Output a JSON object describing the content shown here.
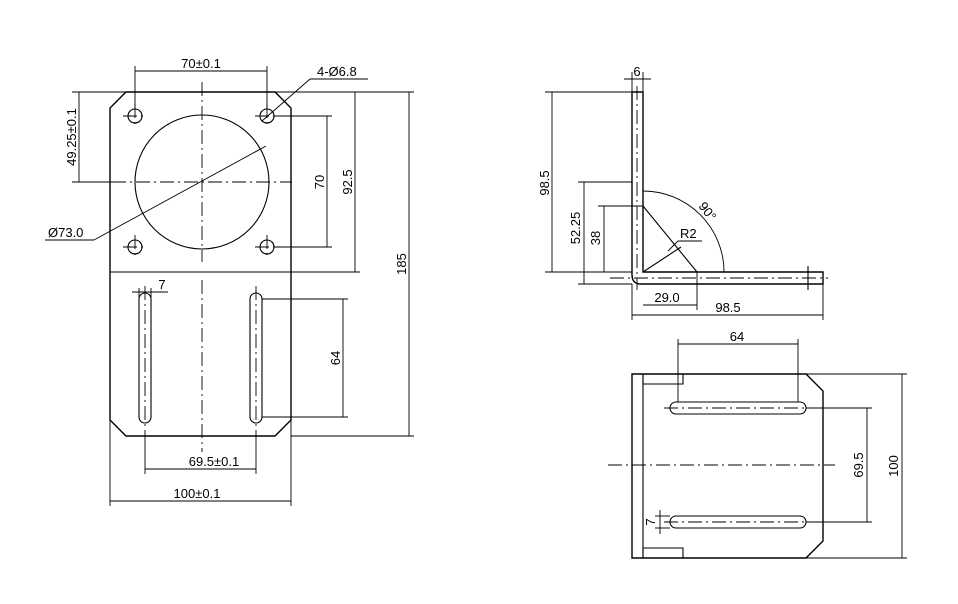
{
  "labels": {
    "front_top_width": "70±0.1",
    "front_hole_dia": "4-Ø6.8",
    "front_left_height": "49.25±0.1",
    "front_bore": "Ø73.0",
    "front_inner_70": "70",
    "front_925": "92.5",
    "front_185": "185",
    "front_slot_width": "7",
    "front_slot_length": "64",
    "front_slot_spacing": "69.5±0.1",
    "front_bottom_width": "100±0.1",
    "side_thickness": "6",
    "side_height": "98.5",
    "side_5225": "52.25",
    "side_38": "38",
    "side_angle": "90°",
    "side_radius": "R2",
    "side_29": "29.0",
    "side_base": "98.5",
    "top_64": "64",
    "top_695": "69.5",
    "top_100": "100",
    "top_7": "7"
  }
}
